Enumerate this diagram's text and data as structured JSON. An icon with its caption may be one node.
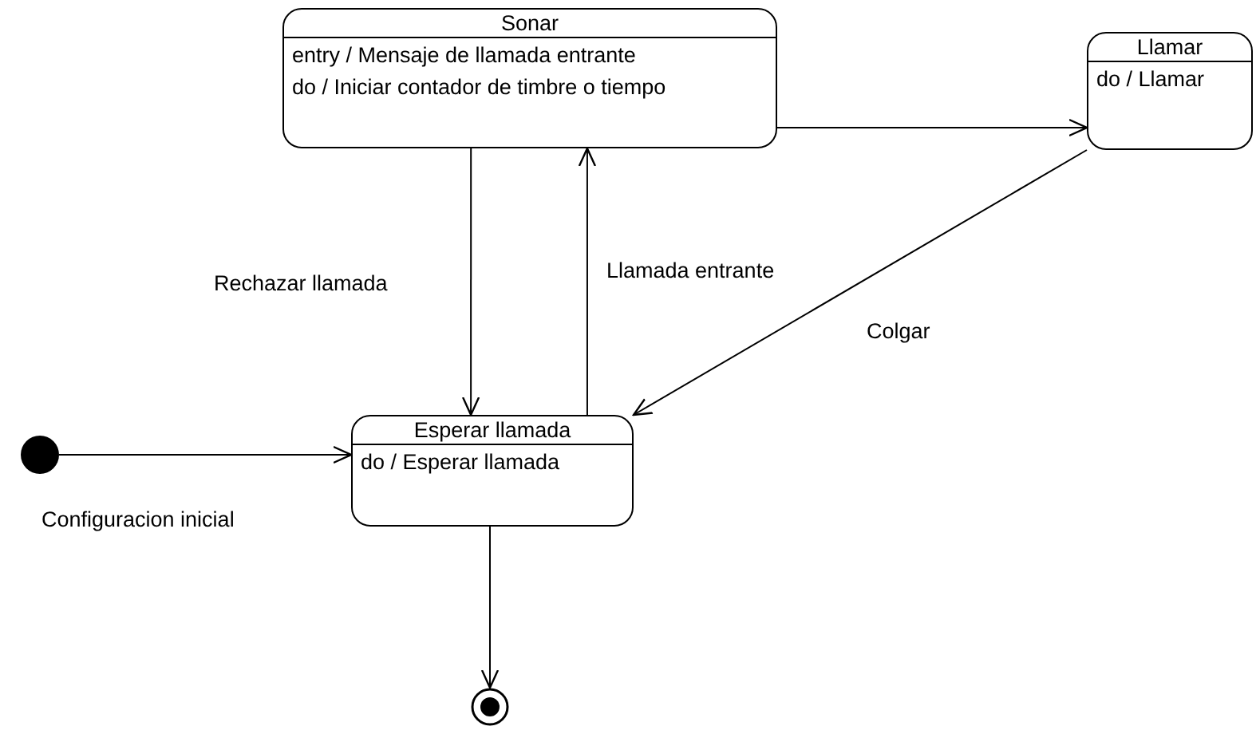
{
  "diagram": {
    "nodes": [
      {
        "text": [
          "Sonar",
          "entry / Mensaje de llamada entrante",
          "do / Iniciar contador de timbre o tiempo"
        ]
      },
      {
        "text": [
          "Llamar",
          "do / Llamar"
        ]
      },
      {
        "text": [
          "Esperar llamada",
          "do / Esperar llamada"
        ]
      },
      {
        "text": [],
        "shape": "circle"
      },
      {
        "text": [],
        "shape": "bullseye"
      }
    ],
    "edges": [
      {
        "from": 3,
        "to": 2,
        "arrow": "to",
        "label": "Configuracion inicial"
      },
      {
        "from": 0,
        "to": 2,
        "arrow": "to",
        "label": "Rechazar llamada"
      },
      {
        "from": 2,
        "to": 0,
        "arrow": "to",
        "label": "Llamada entrante"
      },
      {
        "from": 0,
        "to": 1,
        "arrow": "to"
      },
      {
        "from": 1,
        "to": 2,
        "arrow": "to",
        "label": "Colgar"
      },
      {
        "from": 2,
        "to": 4,
        "arrow": "to"
      }
    ]
  }
}
